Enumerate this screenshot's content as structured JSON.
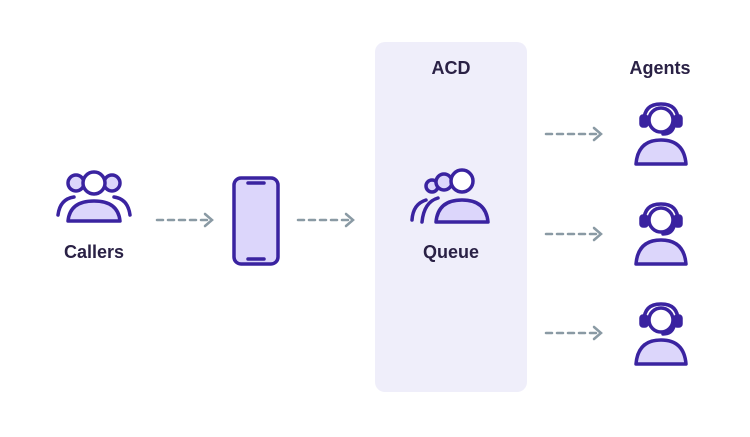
{
  "diagram": {
    "callers_label": "Callers",
    "acd_label": "ACD",
    "queue_label": "Queue",
    "agents_label": "Agents"
  },
  "icons": {
    "callers": "group-of-people-icon",
    "phone": "smartphone-icon",
    "queue": "queue-people-icon",
    "agent": "headset-agent-icon",
    "arrow": "dashed-arrow-right-icon"
  },
  "colors": {
    "stroke": "#3a23a0",
    "fill": "#dcd6fb",
    "text": "#2a2145",
    "panel": "#efeefa",
    "arrow": "#8a9aa4"
  }
}
